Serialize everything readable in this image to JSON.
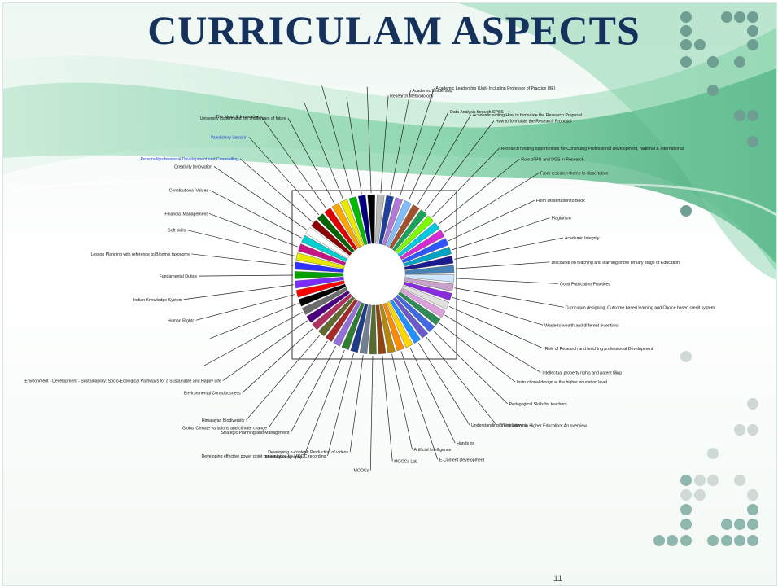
{
  "slide": {
    "title": "CURRICULAM ASPECTS",
    "page_number": "11",
    "theme_colors": {
      "title": "#15315c",
      "swoosh": "#5cbf8c",
      "dots": "#6f9f93"
    }
  },
  "chart_data": {
    "type": "pie",
    "title": "",
    "note": "Equal-sized slices with exploded annular segments; each slice labelled via leader line.",
    "slices": [
      {
        "label": "Research Methodology",
        "value": 1,
        "color": "#b9b9b9"
      },
      {
        "label": "Academic Leadership",
        "value": 1,
        "color": "#1f3f9f"
      },
      {
        "label": "Academic Leadership (Unit) Including Professor of Practice (IIE)",
        "value": 1,
        "color": "#b07ad6"
      },
      {
        "label": "Data Analysis through SPSS",
        "value": 1,
        "color": "#7fbfff"
      },
      {
        "label": "Academic writing How to formulate the Research Proposal",
        "value": 1,
        "color": "#a0522d"
      },
      {
        "label": "How to formulate the Research Proposal",
        "value": 1,
        "color": "#1aa15a"
      },
      {
        "label": "Research funding opportunities for Continuing Professional Development, National & International",
        "value": 1,
        "color": "#7cfc00"
      },
      {
        "label": "Role of PG and DGS in Research",
        "value": 1,
        "color": "#00c8e0"
      },
      {
        "label": "From research theme to dissertation",
        "value": 1,
        "color": "#d42bd4"
      },
      {
        "label": "From Dissertation to Book",
        "value": 1,
        "color": "#2f57ff"
      },
      {
        "label": "Plagiarism",
        "value": 1,
        "color": "#00a3c4"
      },
      {
        "label": "Academic Integrity",
        "value": 1,
        "color": "#1b1b8f"
      },
      {
        "label": "Discourse on teaching and learning of the tertiary stage of Education",
        "value": 1,
        "color": "#4682b4"
      },
      {
        "label": "Good Publication Practices",
        "value": 1,
        "color": "#cfe8ff"
      },
      {
        "label": "Curriculum designing, Outcome based learning and Choice based credit system",
        "value": 1,
        "color": "#c8a2c8"
      },
      {
        "label": "Waste to wealth and different inventions",
        "value": 1,
        "color": "#8a2be2"
      },
      {
        "label": "Role of Research and teaching professional Development",
        "value": 1,
        "color": "#e0e0e0"
      },
      {
        "label": "Intellectual property rights and patent filing",
        "value": 1,
        "color": "#dda0dd"
      },
      {
        "label": "Instructional design at the higher education level",
        "value": 1,
        "color": "#2e8b57"
      },
      {
        "label": "Pedagogical Skills for teachers",
        "value": 1,
        "color": "#4169e1"
      },
      {
        "label": "ICT initiatives in Higher Education: An overview",
        "value": 1,
        "color": "#6a5acd"
      },
      {
        "label": "Understanding online learning",
        "value": 1,
        "color": "#1e90ff"
      },
      {
        "label": "Hands on",
        "value": 1,
        "color": "#ffd700"
      },
      {
        "label": "E-Content Development",
        "value": 1,
        "color": "#ff8c00"
      },
      {
        "label": "Artificial Intelligence",
        "value": 1,
        "color": "#b8860b"
      },
      {
        "label": "MOOCs Lab",
        "value": 1,
        "color": "#8b4513"
      },
      {
        "label": "MOOCs",
        "value": 1,
        "color": "#556b2f"
      },
      {
        "label": "Developing e-content: Production of videos",
        "value": 1,
        "color": "#708090"
      },
      {
        "label": "Developing effective power point presentation for MOOC recording",
        "value": 1,
        "color": "#1e3a8a"
      },
      {
        "label": "Mobile photography",
        "value": 1,
        "color": "#2e7d32"
      },
      {
        "label": "Strategic Planning and Management",
        "value": 1,
        "color": "#9370db"
      },
      {
        "label": "Global Climate variations and climate change",
        "value": 1,
        "color": "#a52a2a"
      },
      {
        "label": "Himalayan Biodiversity",
        "value": 1,
        "color": "#5f6b2f"
      },
      {
        "label": "Environmental Consciousness",
        "value": 1,
        "color": "#b03060"
      },
      {
        "label": "Environment - Development - Sustainability: Socio-Ecological Pathways for a Sustainable and Happy Life",
        "value": 1,
        "color": "#4b0082"
      },
      {
        "label": "",
        "value": 1,
        "color": "#6b6b6b"
      },
      {
        "label": "",
        "value": 1,
        "color": "#000000"
      },
      {
        "label": "Human Rights",
        "value": 1,
        "color": "#ff0000"
      },
      {
        "label": "Indian Knowledge System",
        "value": 1,
        "color": "#7b2cff"
      },
      {
        "label": "Fundamental Duties",
        "value": 1,
        "color": "#00a000"
      },
      {
        "label": "Lesson Planning with reference to Bloom's taxonomy",
        "value": 1,
        "color": "#3030ff"
      },
      {
        "label": "Soft skills",
        "value": 1,
        "color": "#e8e800"
      },
      {
        "label": "Financial Management",
        "value": 1,
        "color": "#c71585"
      },
      {
        "label": "Constitutional Values",
        "value": 1,
        "color": "#00ced1"
      },
      {
        "label": "Creativity Innovation",
        "value": 1,
        "color": "#ffffff"
      },
      {
        "label": "Personal/professional Development and Counselling",
        "value": 1,
        "color": "#8b0000"
      },
      {
        "label": "Valedictory Session",
        "value": 1,
        "color": "#006400"
      },
      {
        "label": "The Ideas & Innovation",
        "value": 1,
        "color": "#e00000"
      },
      {
        "label": "University system and the challenges of future",
        "value": 1,
        "color": "#ffa500"
      },
      {
        "label": "",
        "value": 1,
        "color": "#eaea00"
      },
      {
        "label": "",
        "value": 1,
        "color": "#00bb00"
      },
      {
        "label": "",
        "value": 1,
        "color": "#000080"
      },
      {
        "label": "",
        "value": 1,
        "color": "#000000"
      }
    ],
    "highlighted_labels": [
      "Valedictory Session",
      "Personal/professional Development and Counselling"
    ],
    "highlight_color": "#2438d4"
  }
}
